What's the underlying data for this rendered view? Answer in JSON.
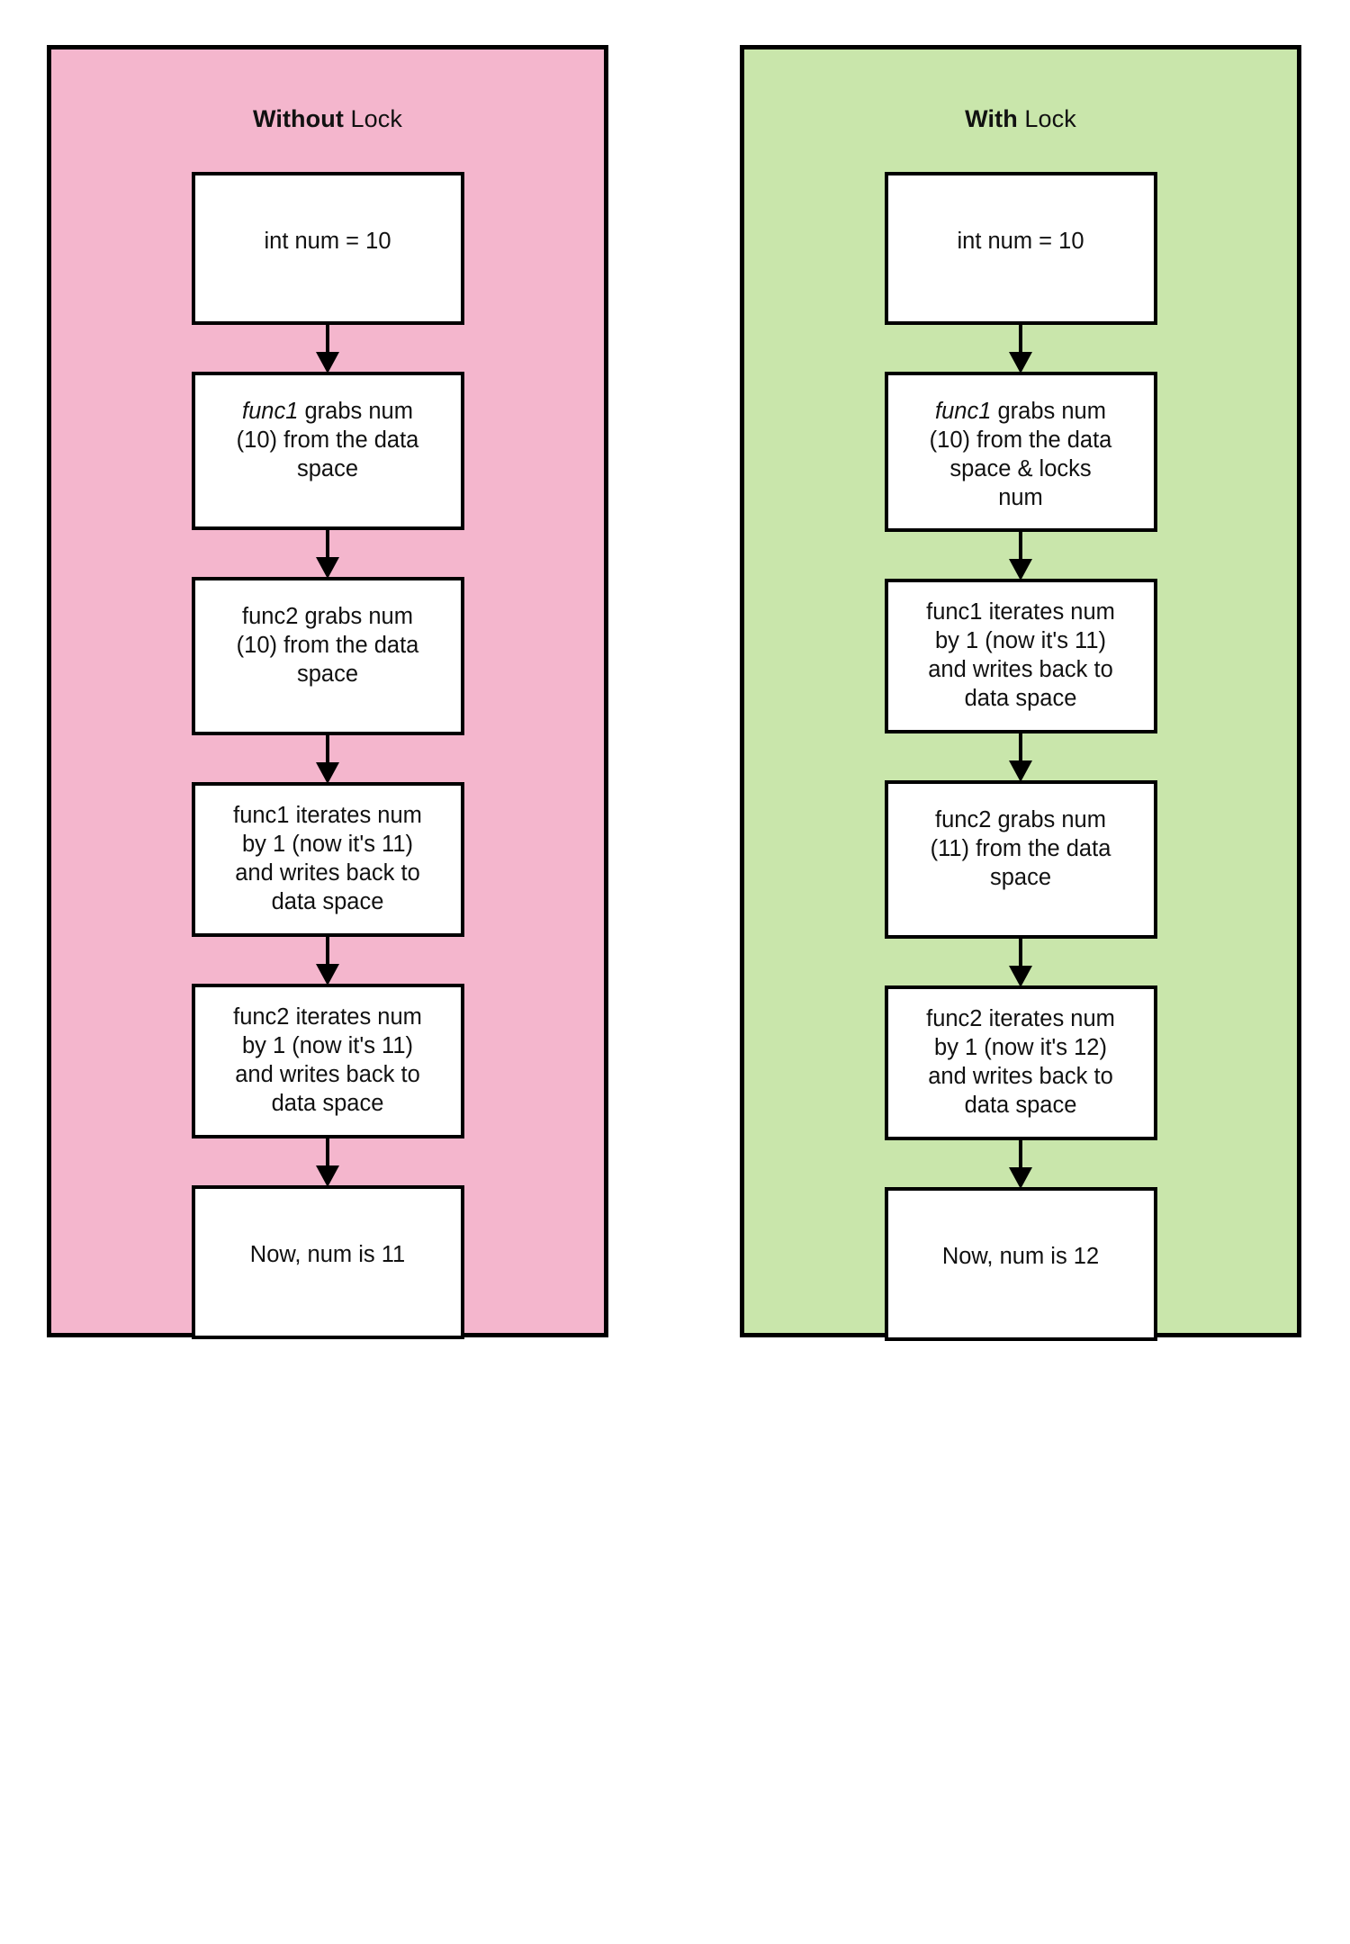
{
  "colors": {
    "without_lock_panel": "#F4B6CD",
    "with_lock_panel": "#C9E6AB",
    "node_fill": "#FFFFFF",
    "stroke": "#000000",
    "text": "#111111"
  },
  "panels": [
    {
      "id": "without-lock",
      "title_strong": "Without",
      "title_light": " Lock",
      "nodes": [
        {
          "id": "init",
          "text": "int num = 10",
          "emphasis": null
        },
        {
          "id": "func1-grab",
          "text": "func1 grabs num\n(10) from the data\nspace",
          "emphasis": "func1"
        },
        {
          "id": "func2-grab",
          "text": "func2 grabs num\n(10) from the data\nspace",
          "emphasis": null
        },
        {
          "id": "func1-iter",
          "text": "func1 iterates num\nby 1 (now it's 11)\nand writes back to\ndata space",
          "emphasis": null
        },
        {
          "id": "func2-iter",
          "text": "func2 iterates num\nby 1 (now it's 11)\nand writes back to\ndata space",
          "emphasis": null
        },
        {
          "id": "result",
          "text": "Now, num is 11",
          "emphasis": null
        }
      ]
    },
    {
      "id": "with-lock",
      "title_strong": "With",
      "title_light": " Lock",
      "nodes": [
        {
          "id": "init",
          "text": "int num = 10",
          "emphasis": null
        },
        {
          "id": "func1-grab",
          "text": "func1 grabs num\n(10) from the data\nspace & locks\nnum",
          "emphasis": "func1"
        },
        {
          "id": "func1-iter",
          "text": "func1 iterates num\nby 1 (now it's 11)\nand writes back to\ndata space",
          "emphasis": null
        },
        {
          "id": "func2-grab",
          "text": "func2 grabs num\n(11) from the data\nspace",
          "emphasis": null
        },
        {
          "id": "func2-iter",
          "text": "func2 iterates num\nby 1 (now it's 12)\nand writes back to\ndata space",
          "emphasis": null
        },
        {
          "id": "result",
          "text": "Now, num is 12",
          "emphasis": null
        }
      ]
    }
  ]
}
